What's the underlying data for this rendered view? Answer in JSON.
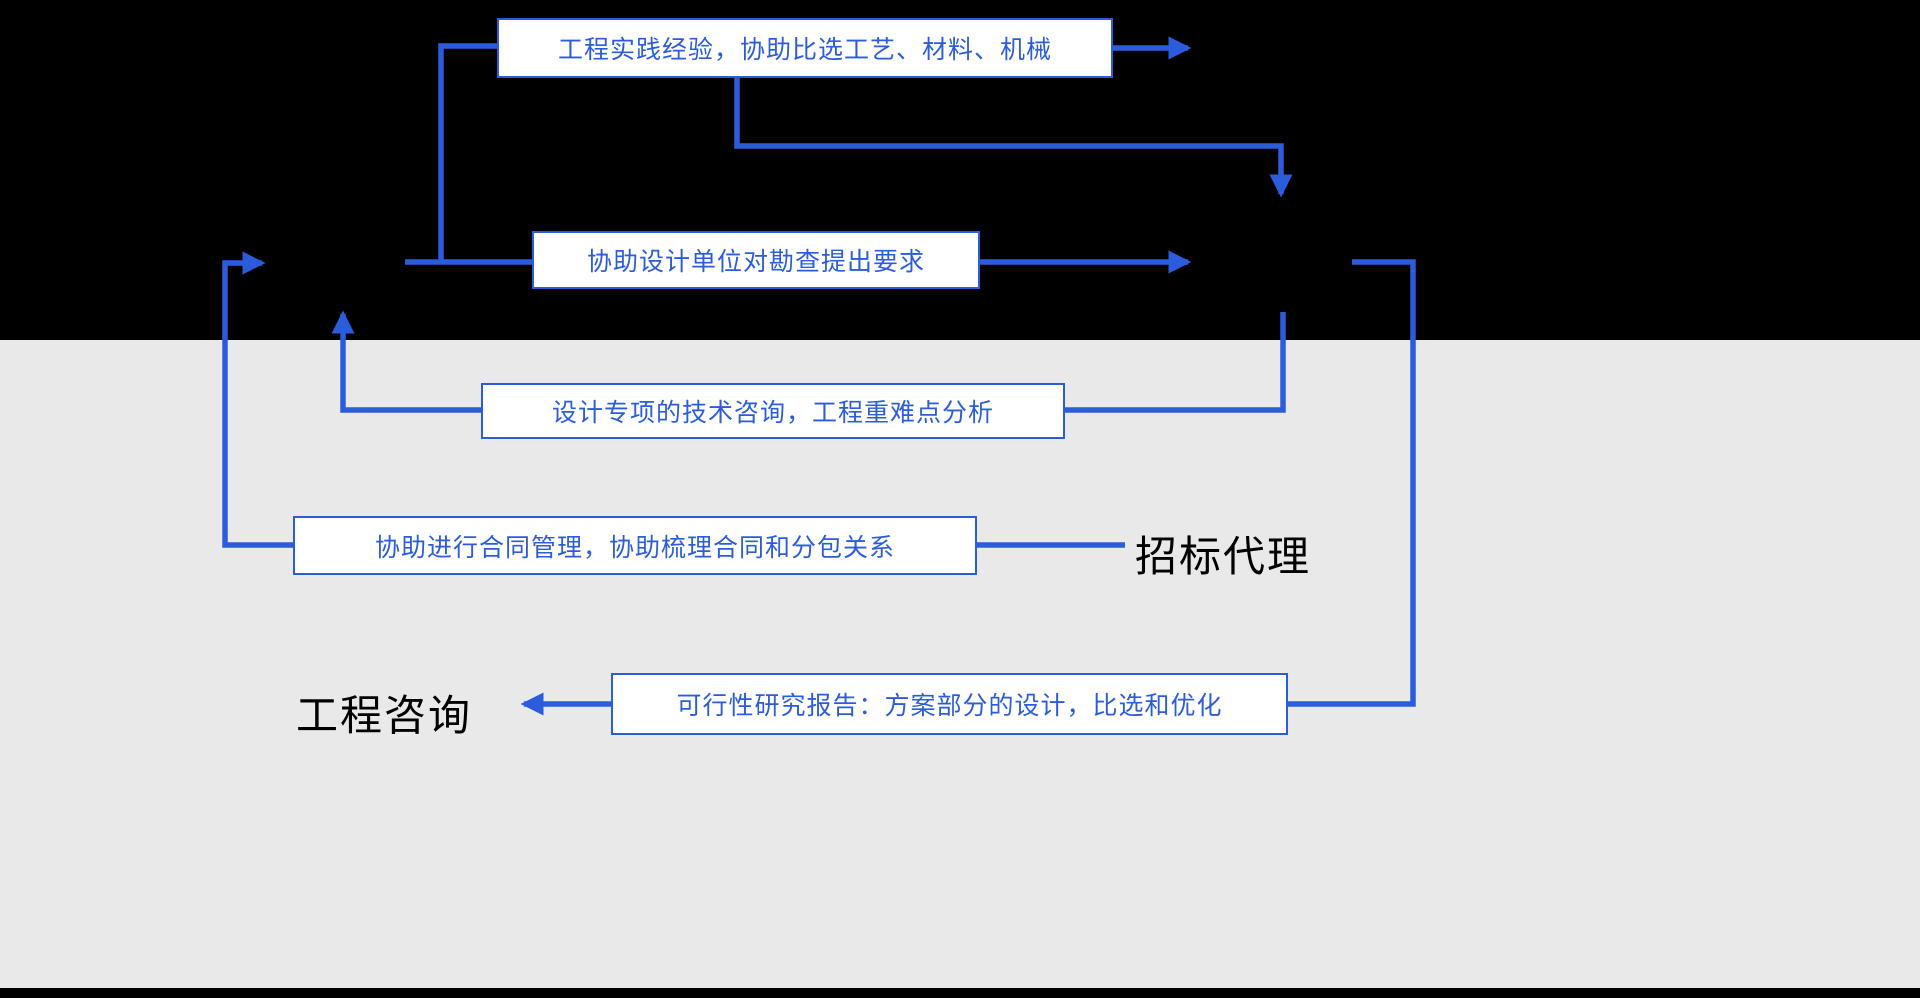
{
  "diagram": {
    "accent_color": "#2b5cdb",
    "background_top_color": "#000000",
    "background_bottom_color": "#e9e9e9",
    "boxes": [
      {
        "label": "工程实践经验，协助比选工艺、材料、机械"
      },
      {
        "label": "协助设计单位对勘查提出要求"
      },
      {
        "label": "设计专项的技术咨询，工程重难点分析"
      },
      {
        "label": "协助进行合同管理，协助梳理合同和分包关系"
      },
      {
        "label": "可行性研究报告：方案部分的设计，比选和优化"
      }
    ],
    "side_labels": [
      {
        "text": "招标代理"
      },
      {
        "text": "工程咨询"
      }
    ]
  }
}
